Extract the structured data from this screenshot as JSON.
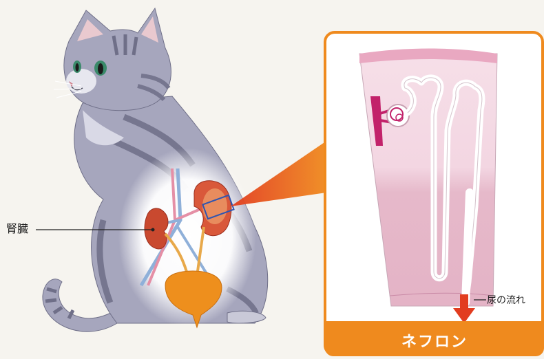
{
  "labels": {
    "kidney": "腎臓",
    "urine_flow": "尿の流れ",
    "nephron": "ネフロン"
  },
  "colors": {
    "panel_border": "#ef8a1e",
    "cat_fur": "#a6a6bd",
    "cat_stripe": "#76768f",
    "kidney": "#c9492f",
    "renal_artery": "#e58fa6",
    "renal_vein": "#8fb0d9",
    "ureter": "#e8a94a",
    "bladder": "#ee8f1d",
    "nephron_tissue": "#efc9d8",
    "nephron_tubule": "#ffffff",
    "flow_arrow": "#e23c1f"
  }
}
